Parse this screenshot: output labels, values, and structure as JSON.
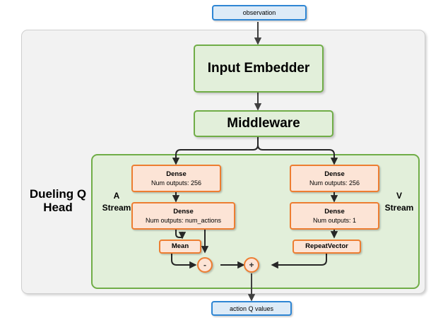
{
  "diagram": {
    "title_labels": {
      "head_name": "Dueling Q\nHead",
      "head_name_line1": "Dueling Q",
      "head_name_line2": "Head",
      "a_stream_line1": "A",
      "a_stream_line2": "Stream",
      "v_stream_line1": "V",
      "v_stream_line2": "Stream"
    },
    "io": {
      "input_label": "observation",
      "output_label": "action Q values"
    },
    "modules": {
      "input_embedder": "Input Embedder",
      "middleware": "Middleware"
    },
    "a_stream": {
      "dense1_title": "Dense",
      "dense1_sub": "Num outputs: 256",
      "dense2_title": "Dense",
      "dense2_sub": "Num outputs: num_actions",
      "mean_label": "Mean",
      "op_label": "-"
    },
    "v_stream": {
      "dense1_title": "Dense",
      "dense1_sub": "Num outputs: 256",
      "dense2_title": "Dense",
      "dense2_sub": "Num outputs: 1",
      "repeat_label": "RepeatVector"
    },
    "merge": {
      "op_label": "+"
    },
    "colors": {
      "io_fill": "#ddebf7",
      "io_border": "#2e86d4",
      "module_fill": "#e2efda",
      "module_border": "#70ad47",
      "layer_fill": "#fce4d6",
      "layer_border": "#ed7d31",
      "outer_fill": "#f2f2f2",
      "outer_border": "#cfcfcf",
      "edge_color": "#262626",
      "page_background": "#ffffff"
    }
  }
}
